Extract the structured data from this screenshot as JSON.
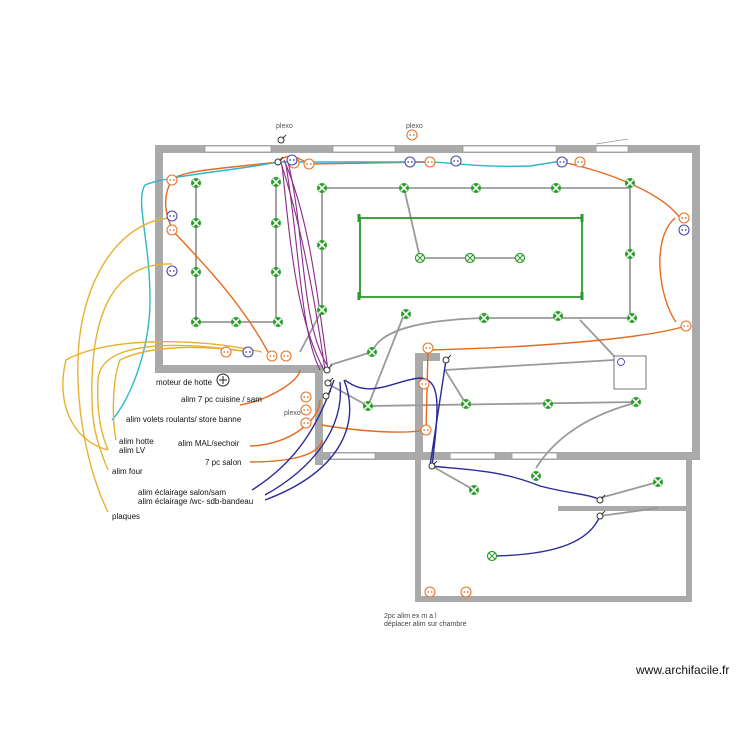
{
  "labels": {
    "plexo_top_left": "plexo",
    "plexo_top_mid": "plexo",
    "plexo_mid": "plexo",
    "moteur_hotte": "moteur de hotte",
    "alim_7pc_cuisine": "alim 7 pc cuisine / sam",
    "alim_volets": "alim volets roulants/ store banne",
    "alim_hotte": "alim hotte",
    "alim_lv": "alim LV",
    "alim_four": "alim four",
    "alim_mal": "alim MAL/sechoir",
    "pc_salon": "7 pc salon",
    "alim_eclairage_salon": "alim éclairage salon/sam",
    "alim_eclairage_wc": "alim éclairage  /wc- sdb-bandeau",
    "plaques": "plaques",
    "note_line1": "2pc alim ex m a l",
    "note_line2": "déplacer alim sur chambre"
  },
  "watermark": "www.archifacile.fr",
  "colors": {
    "wall": "#aaaaaa",
    "light_green": "#2a9d2a",
    "socket_orange": "#e8742a",
    "cable_gray": "#9a9a9a",
    "cable_orange": "#e56a1f",
    "cable_cyan": "#2fb6cc",
    "cable_yellow": "#e8b030",
    "cable_purple": "#8a2a8a",
    "cable_navy": "#2a2a9a",
    "frame_green": "#2a9a2a"
  },
  "icons": [
    "light-point-icon",
    "socket-icon",
    "switch-icon",
    "junction-icon",
    "hood-motor-icon",
    "pendant-light-icon"
  ]
}
